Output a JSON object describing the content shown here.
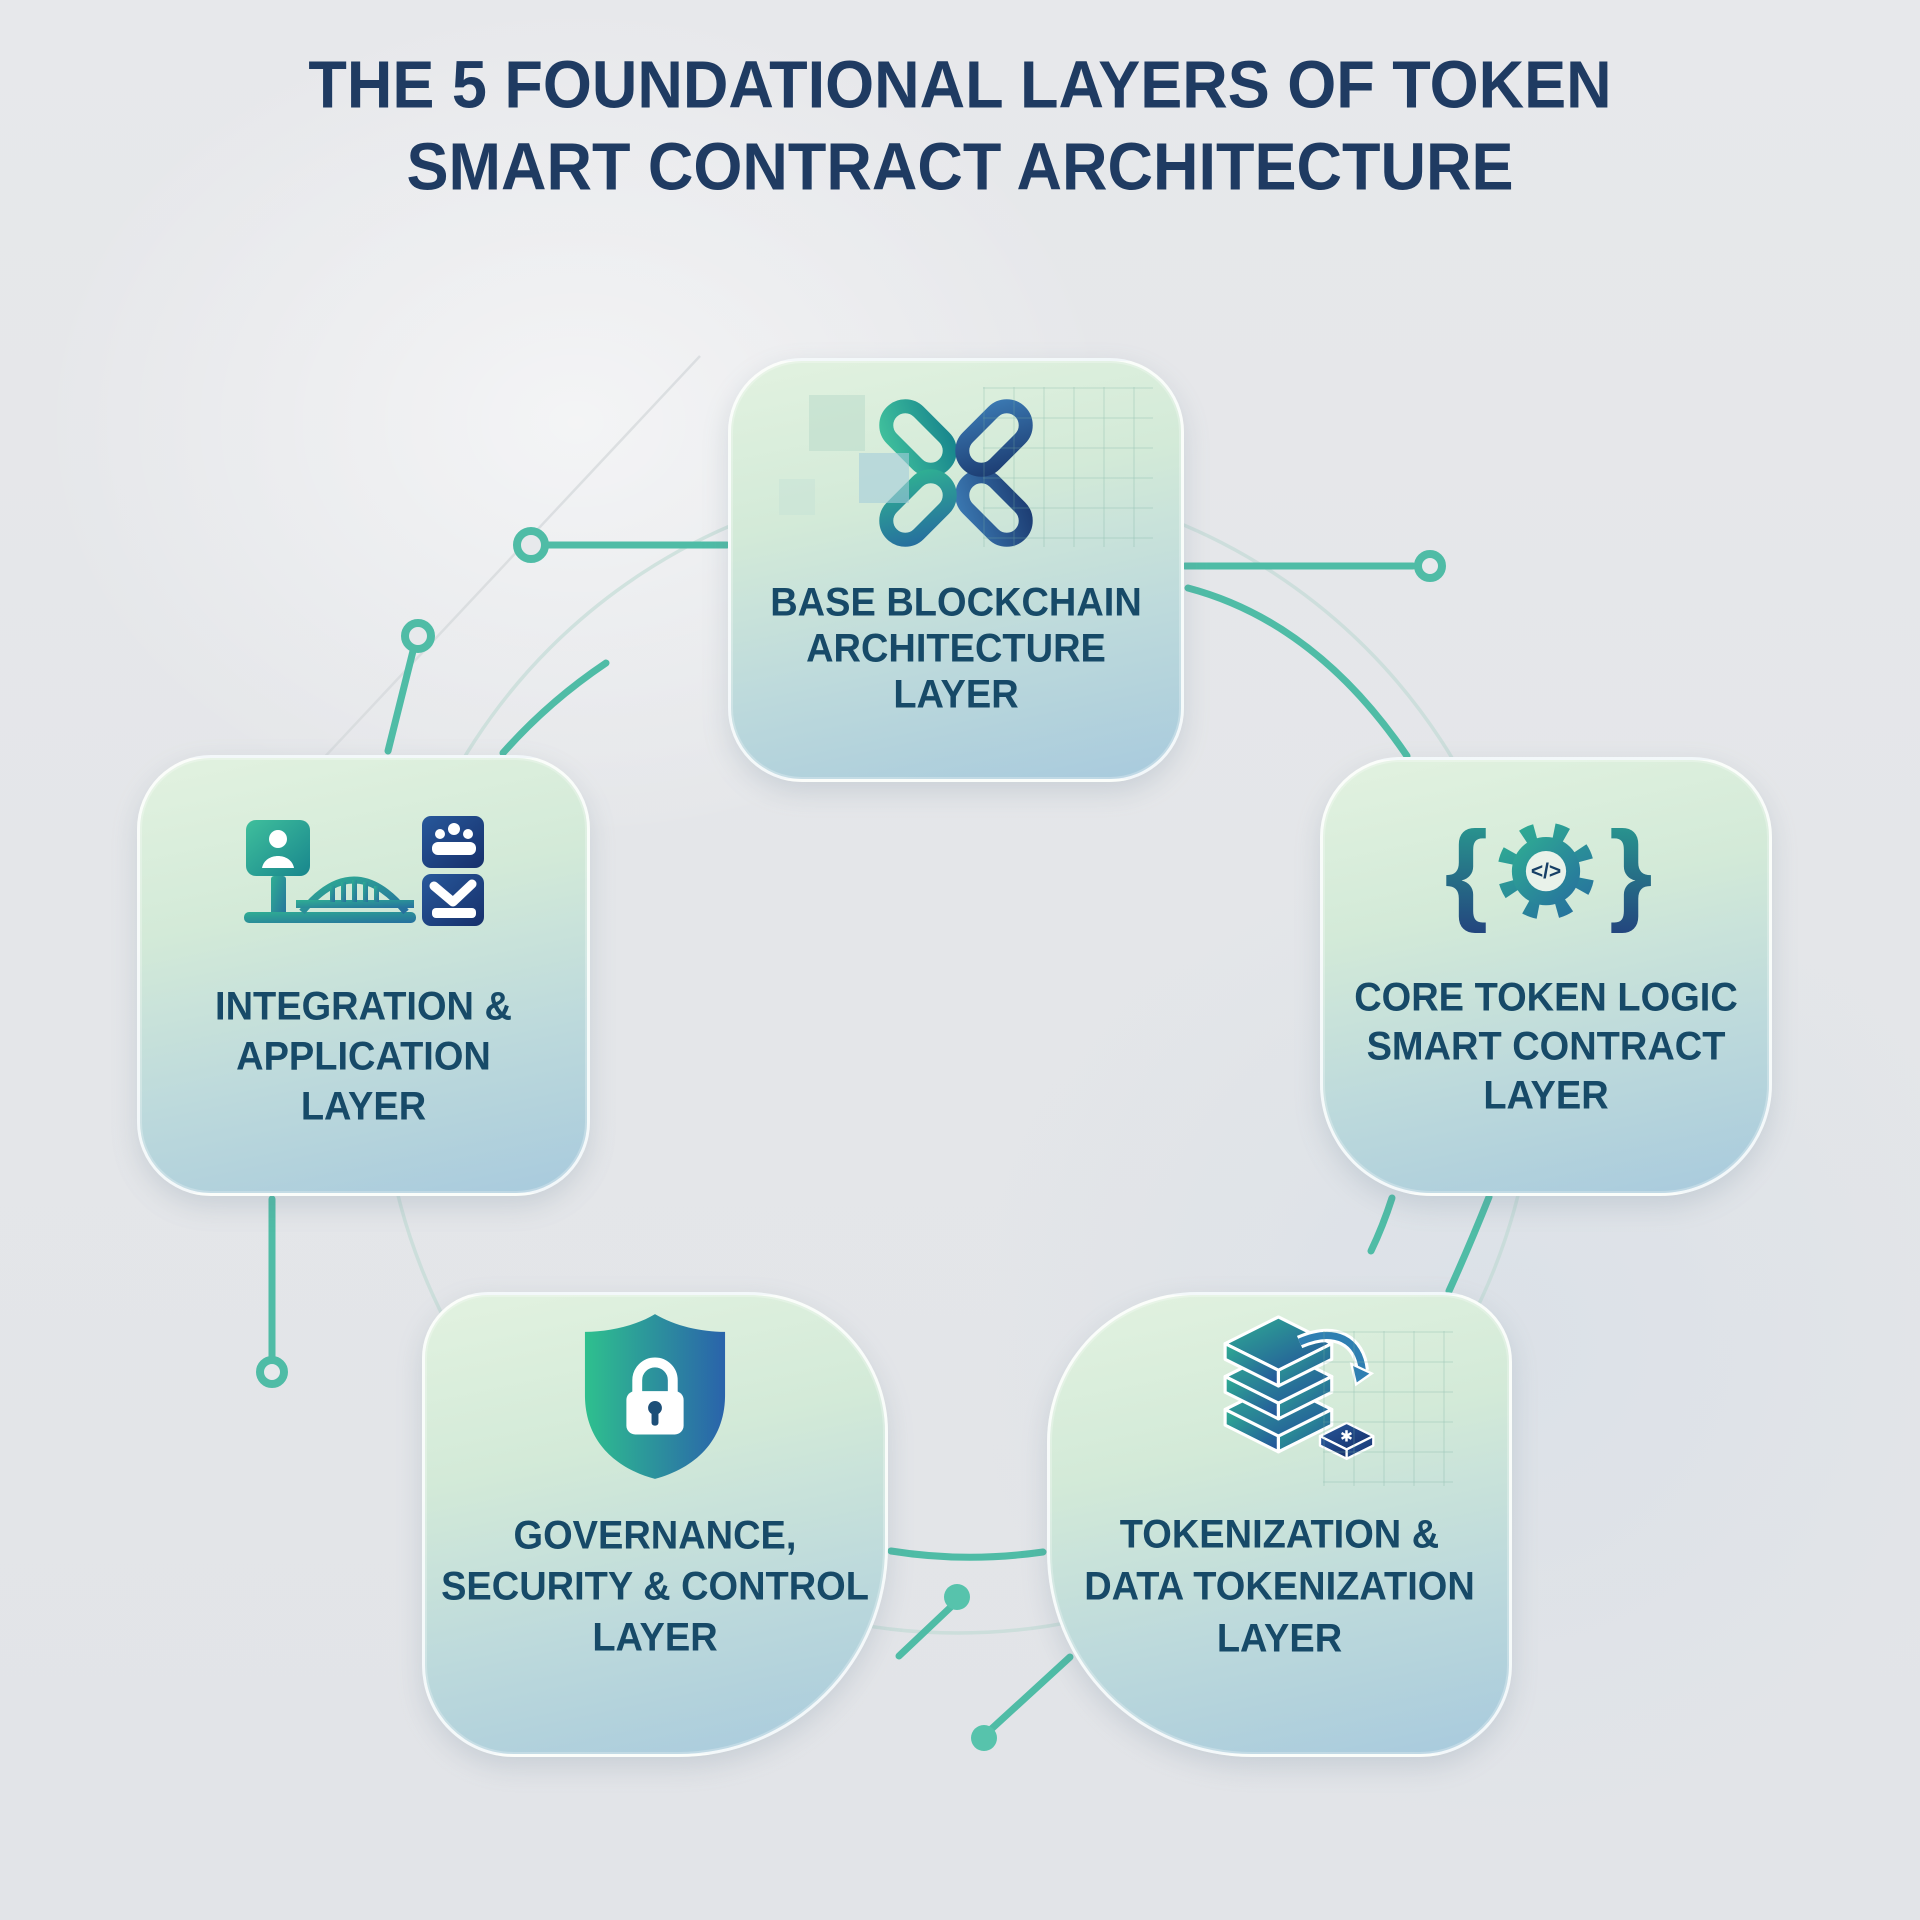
{
  "title": {
    "line1": "THE 5 FOUNDATIONAL LAYERS OF TOKEN",
    "line2": "SMART CONTRACT ARCHITECTURE"
  },
  "cards": {
    "base": {
      "position": "top",
      "icon": "chain-links-icon",
      "lines": [
        "BASE BLOCKCHAIN",
        "ARCHITECTURE",
        "LAYER"
      ]
    },
    "core": {
      "position": "right",
      "icon": "code-gear-icon",
      "lines": [
        "CORE TOKEN LOGIC",
        "SMART CONTRACT",
        "LAYER"
      ]
    },
    "tokenization": {
      "position": "bottom-right",
      "icon": "data-stack-icon",
      "lines": [
        "TOKENIZATION &",
        "DATA TOKENIZATION",
        "LAYER"
      ]
    },
    "governance": {
      "position": "bottom-left",
      "icon": "shield-lock-icon",
      "lines": [
        "GOVERNANCE,",
        "SECURITY & CONTROL",
        "LAYER"
      ]
    },
    "integration": {
      "position": "left",
      "icon": "integration-bridge-icon",
      "lines": [
        "INTEGRATION &",
        "APPLICATION",
        "LAYER"
      ]
    }
  },
  "colors": {
    "background": "#e6e7ea",
    "title_text": "#1f3b62",
    "card_text": "#174a68",
    "card_gradient_top": "#e2f2e0",
    "card_gradient_bottom": "#a8cadd",
    "connector_teal": "#4fbca6",
    "faint_circle": "#bcd8d2",
    "icon_teal": "#2fae93",
    "icon_blue": "#2b5f9e",
    "icon_navy": "#1d3c6e"
  }
}
